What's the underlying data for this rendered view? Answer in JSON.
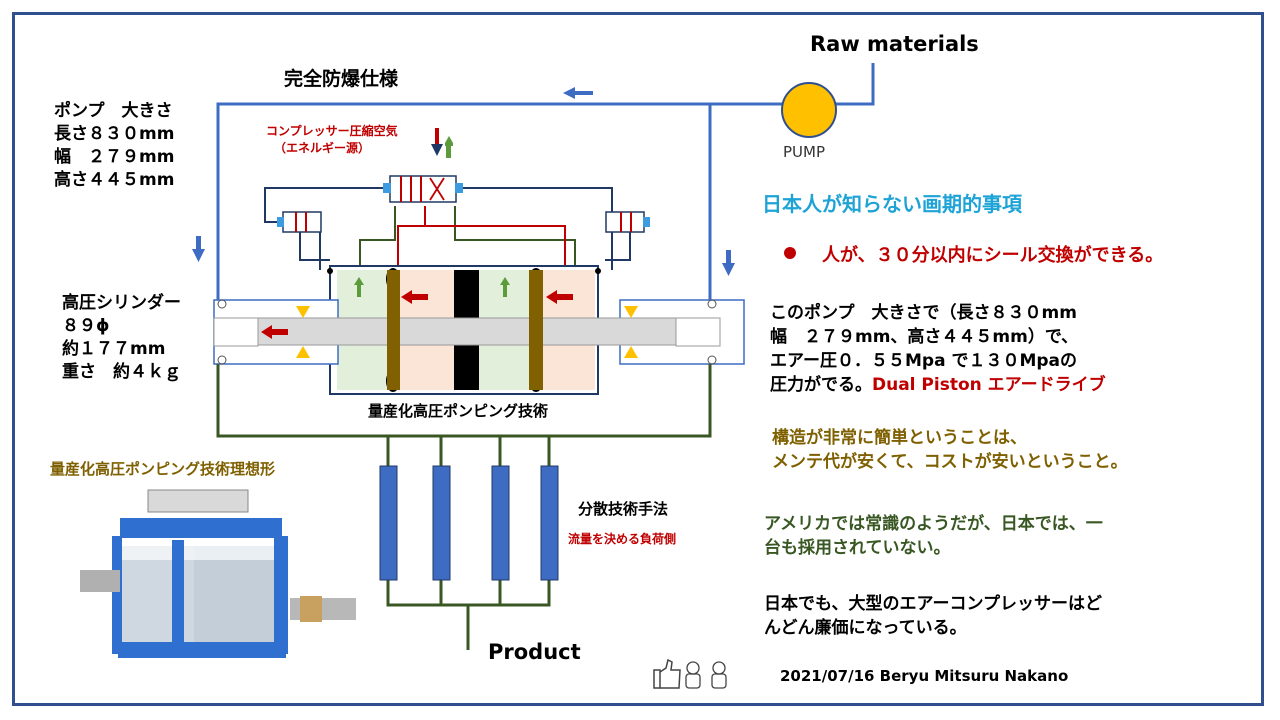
{
  "title": "完全防爆仕様",
  "raw_materials": "Raw materials",
  "pump_label": "PUMP",
  "compressor_label": "コンプレッサー圧縮空気",
  "compressor_sub": "（エネルギー源）",
  "pump_specs": [
    "ポンプ　大きさ",
    "長さ８３０mm",
    "幅　２７９mm",
    "高さ４４５mm"
  ],
  "cylinder_specs": [
    "高圧シリンダー",
    "８９ϕ",
    "約１７７mm",
    "重さ　約４ｋｇ"
  ],
  "pump_body_caption": "量産化高圧ポンピング技術",
  "photo_caption": "量産化高圧ポンピング技術理想形",
  "distribution_label": "分散技術手法",
  "flow_label": "流量を決める負荷側",
  "product_label": "Product",
  "right": {
    "heading": "日本人が知らない画期的事項",
    "bullet": "人が、３０分以内にシール交換ができる。",
    "para1": [
      "このポンプ　大きさで（長さ８３０mm",
      "幅　２７９mm、高さ４４５mm）で、",
      "エアー圧０．５５Mpa で１３０Mpaの"
    ],
    "para1_last_black": "圧力がでる。",
    "para1_last_red": "Dual Piston エアードライブ",
    "para2": [
      "構造が非常に簡単ということは、",
      "メンテ代が安くて、コストが安いということ。"
    ],
    "para3": [
      "アメリカでは常識のようだが、日本では、一",
      "台も採用されていない。"
    ],
    "para4": [
      "日本でも、大型のエアーコンプレッサーはど",
      "んどん廉価になっている。"
    ]
  },
  "footer": "2021/07/16 Beryu Mitsuru Nakano",
  "icons": [
    "thumbs-up-icon",
    "lucky-cat-icon",
    "lucky-cat-icon"
  ],
  "colors": {
    "pipe_blue": "#3d6cc2",
    "pipe_green": "#385723",
    "red": "#c00000",
    "heading_cyan": "#1ea3d6",
    "olive": "#7f6000",
    "green_text": "#385723",
    "pump_yellow": "#ffc000",
    "piston_brown": "#7f6000"
  }
}
